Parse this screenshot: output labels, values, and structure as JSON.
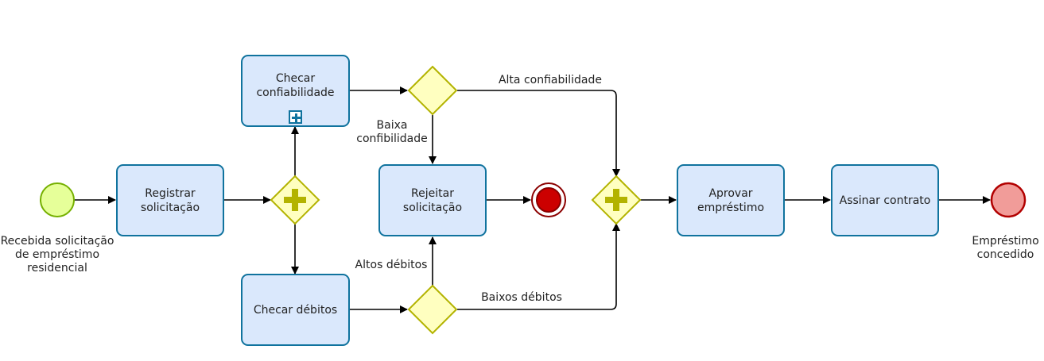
{
  "colors": {
    "task_fill": "#dae8fc",
    "task_border": "#10739e",
    "gateway_fill": "#ffffc0",
    "gateway_border": "#b3b300",
    "start_fill": "#e6ff99",
    "start_border": "#75b000",
    "end_fill": "#cc0000",
    "end_border": "#8b0000",
    "end2_fill": "#f19c99",
    "end2_border": "#b20000",
    "edge": "#000000"
  },
  "events": {
    "start_label": "Recebida solicitação\nde empréstimo\nresidencial",
    "end_label": "Empréstimo\nconcedido"
  },
  "tasks": {
    "registrar": "Registrar\nsolicitação",
    "checar_conf": "Checar\nconfiabilidade",
    "checar_debitos": "Checar débitos",
    "rejeitar": "Rejeitar\nsolicitação",
    "aprovar": "Aprovar\nempréstimo",
    "assinar": "Assinar contrato"
  },
  "edges": {
    "alta_conf": "Alta confiabilidade",
    "baixa_conf": "Baixa\nconfibilidade",
    "altos_debitos": "Altos débitos",
    "baixos_debitos": "Baixos débitos"
  }
}
